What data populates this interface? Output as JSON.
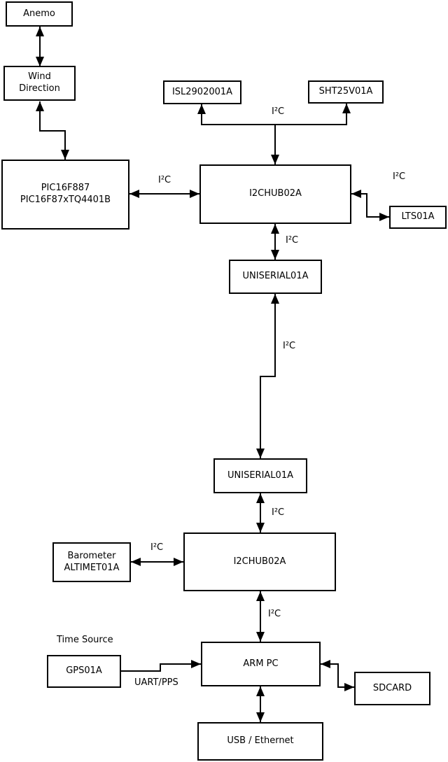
{
  "diagram": {
    "nodes": [
      {
        "id": "anemo",
        "label": "Anemo"
      },
      {
        "id": "wind-direction",
        "label": "Wind\nDirection"
      },
      {
        "id": "pic",
        "label": "PIC16F887\nPIC16F87xTQ4401B"
      },
      {
        "id": "isl",
        "label": "ISL2902001A"
      },
      {
        "id": "sht",
        "label": "SHT25V01A"
      },
      {
        "id": "i2chub-1",
        "label": "I2CHUB02A"
      },
      {
        "id": "lts",
        "label": "LTS01A"
      },
      {
        "id": "uniserial-1",
        "label": "UNISERIAL01A"
      },
      {
        "id": "uniserial-2",
        "label": "UNISERIAL01A"
      },
      {
        "id": "i2chub-2",
        "label": "I2CHUB02A"
      },
      {
        "id": "barometer",
        "label": "Barometer\nALTIMET01A"
      },
      {
        "id": "arm-pc",
        "label": "ARM PC"
      },
      {
        "id": "gps",
        "label": "GPS01A"
      },
      {
        "id": "sdcard",
        "label": "SDCARD"
      },
      {
        "id": "usb-ethernet",
        "label": "USB / Ethernet"
      }
    ],
    "labels": {
      "i2c": "I²C",
      "uart_pps": "UART/PPS",
      "time_source": "Time Source"
    },
    "edges": [
      {
        "from": "anemo",
        "to": "wind-direction",
        "bidirectional": true,
        "label": ""
      },
      {
        "from": "wind-direction",
        "to": "pic",
        "bidirectional": true,
        "label": ""
      },
      {
        "from": "pic",
        "to": "i2chub-1",
        "bidirectional": true,
        "label": "I²C"
      },
      {
        "from": "i2chub-1",
        "to": "isl",
        "bidirectional": false,
        "label": "I²C"
      },
      {
        "from": "i2chub-1",
        "to": "sht",
        "bidirectional": false,
        "label": "I²C"
      },
      {
        "from": "i2chub-1",
        "to": "lts",
        "bidirectional": true,
        "label": "I²C"
      },
      {
        "from": "i2chub-1",
        "to": "uniserial-1",
        "bidirectional": true,
        "label": "I²C"
      },
      {
        "from": "uniserial-1",
        "to": "uniserial-2",
        "bidirectional": true,
        "label": "I²C"
      },
      {
        "from": "uniserial-2",
        "to": "i2chub-2",
        "bidirectional": true,
        "label": "I²C"
      },
      {
        "from": "barometer",
        "to": "i2chub-2",
        "bidirectional": true,
        "label": "I²C"
      },
      {
        "from": "i2chub-2",
        "to": "arm-pc",
        "bidirectional": true,
        "label": "I²C"
      },
      {
        "from": "gps",
        "to": "arm-pc",
        "bidirectional": false,
        "label": "UART/PPS"
      },
      {
        "from": "arm-pc",
        "to": "sdcard",
        "bidirectional": true,
        "label": ""
      },
      {
        "from": "arm-pc",
        "to": "usb-ethernet",
        "bidirectional": true,
        "label": ""
      }
    ]
  }
}
